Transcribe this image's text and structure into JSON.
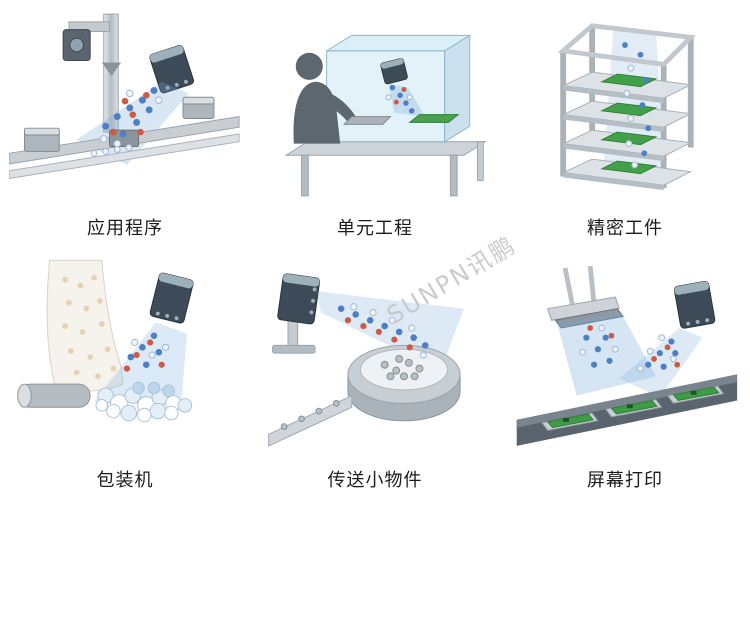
{
  "page": {
    "background": "#ffffff",
    "watermark_text": "SUNPN讯鹏"
  },
  "palette": {
    "mist_blue": "rgba(120,170,220,0.28)",
    "dot_blue": "#4d7fc4",
    "dot_red": "#cc5a44",
    "device_dark": "#3d4b59",
    "metal_silver": "#c9ced3",
    "pcb_green": "#3f9b46",
    "caption_color": "#1c1c1c"
  },
  "grid": {
    "items": [
      {
        "label": "应用程序",
        "icon": "conveyor-ionizer-illustration"
      },
      {
        "label": "单元工程",
        "icon": "glass-workstation-illustration"
      },
      {
        "label": "精密工件",
        "icon": "precision-rack-illustration"
      },
      {
        "label": "包装机",
        "icon": "packaging-film-roller-illustration"
      },
      {
        "label": "传送小物件",
        "icon": "parts-bowl-feeder-illustration"
      },
      {
        "label": "屏幕打印",
        "icon": "screen-printing-pcb-illustration"
      }
    ]
  }
}
